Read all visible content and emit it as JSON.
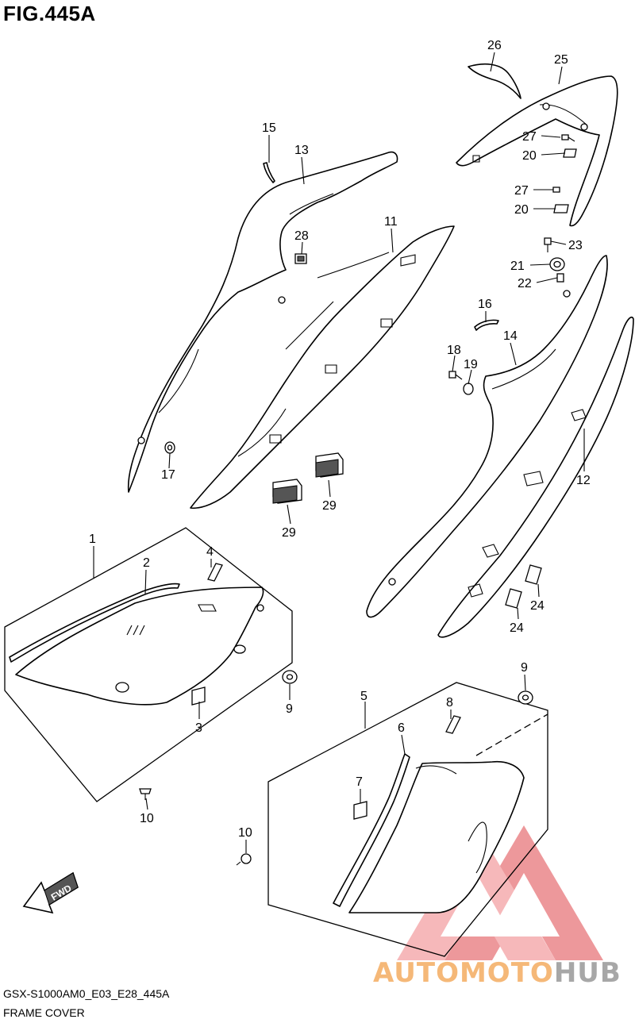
{
  "figure_title": "FIG.445A",
  "footer": {
    "model_code": "GSX-S1000AM0_E03_E28_445A",
    "section_name": "FRAME COVER"
  },
  "fwd_label": "FWD",
  "callouts": {
    "c1": "1",
    "c2": "2",
    "c3": "3",
    "c4": "4",
    "c5": "5",
    "c6": "6",
    "c7": "7",
    "c8": "8",
    "c9a": "9",
    "c9b": "9",
    "c10a": "10",
    "c10b": "10",
    "c11": "11",
    "c12": "12",
    "c13": "13",
    "c14": "14",
    "c15": "15",
    "c16": "16",
    "c17": "17",
    "c18": "18",
    "c19": "19",
    "c20a": "20",
    "c20b": "20",
    "c21": "21",
    "c22": "22",
    "c23": "23",
    "c24a": "24",
    "c24b": "24",
    "c25": "25",
    "c26": "26",
    "c27a": "27",
    "c27b": "27",
    "c28": "28",
    "c29a": "29",
    "c29b": "29"
  },
  "watermark": {
    "logo_text": "AUTOMOTOHUB",
    "part_a": "AUTOMOTO",
    "part_b": "HUB",
    "colors": {
      "logo_red": "#e0454a",
      "text_orange": "#f2a14c",
      "text_gray": "#8a8a8a"
    }
  }
}
